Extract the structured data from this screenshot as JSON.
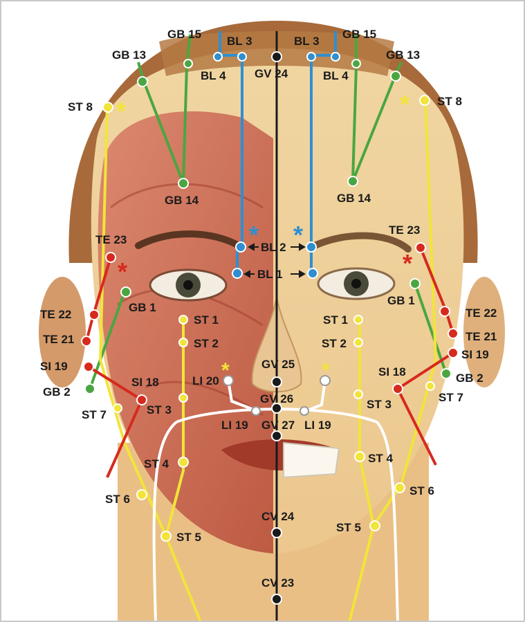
{
  "colors": {
    "governing_vessel": "#1a1a1a",
    "bladder": "#2f8fd0",
    "gall_bladder": "#4aa640",
    "stomach": "#f2e43a",
    "triple_energizer": "#d62a1e",
    "small_intestine": "#d62a1e",
    "large_intestine": "#ffffff",
    "conception_vessel": "#1a1a1a",
    "skin_light": "#f4deb0",
    "muscle": "#c86048",
    "hair": "#a86a3a"
  },
  "labels": {
    "gb15_l": "GB 15",
    "gb15_r": "GB 15",
    "gb13_l": "GB 13",
    "gb13_r": "GB 13",
    "bl3_l": "BL 3",
    "bl3_r": "BL 3",
    "bl4_l": "BL 4",
    "bl4_r": "BL 4",
    "gv24": "GV 24",
    "st8_l": "ST 8",
    "st8_r": "ST 8",
    "gb14_l": "GB 14",
    "gb14_r": "GB 14",
    "te23_l": "TE 23",
    "te23_r": "TE 23",
    "bl2": "BL 2",
    "bl1": "BL 1",
    "te22_l": "TE 22",
    "te22_r": "TE 22",
    "te21_l": "TE 21",
    "te21_r": "TE 21",
    "gb1_l": "GB 1",
    "gb1_r": "GB 1",
    "st1_l": "ST 1",
    "st1_r": "ST 1",
    "st2_l": "ST 2",
    "st2_r": "ST 2",
    "si19_l": "SI 19",
    "si19_r": "SI 19",
    "si18_l": "SI 18",
    "si18_r": "SI 18",
    "gb2_l": "GB 2",
    "gb2_r": "GB 2",
    "st7_l": "ST 7",
    "st7_r": "ST 7",
    "st3_l": "ST 3",
    "st3_r": "ST 3",
    "li20": "LI 20",
    "gv25": "GV 25",
    "gv26": "GV 26",
    "li19_l": "LI 19",
    "li19_r": "LI 19",
    "gv27": "GV 27",
    "st4_l": "ST 4",
    "st4_r": "ST 4",
    "st6_l": "ST 6",
    "st6_r": "ST 6",
    "st5_l": "ST 5",
    "st5_r": "ST 5",
    "cv24": "CV 24",
    "cv23": "CV 23",
    "asterisk": "*"
  }
}
